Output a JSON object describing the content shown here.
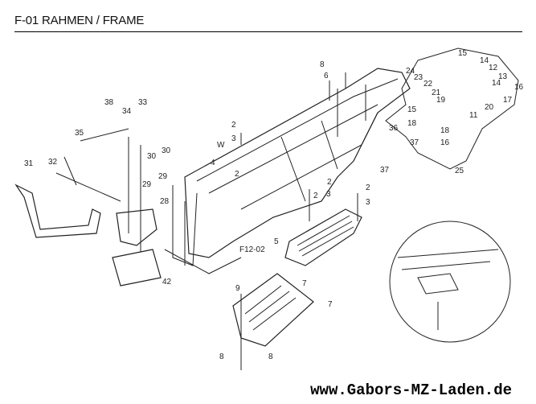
{
  "title": "F-01 RAHMEN / FRAME",
  "footer": "www.Gabors-MZ-Laden.de",
  "callouts": [
    "15",
    "14",
    "12",
    "24",
    "23",
    "13",
    "22",
    "14",
    "16",
    "21",
    "19",
    "17",
    "20",
    "15",
    "11",
    "18",
    "18",
    "16",
    "25",
    "36",
    "37",
    "37",
    "8",
    "6",
    "38",
    "34",
    "33",
    "35",
    "30",
    "30",
    "29",
    "29",
    "31",
    "32",
    "28",
    "42",
    "2",
    "3",
    "W",
    "4",
    "2",
    "2",
    "2",
    "3",
    "2",
    "3",
    "5",
    "F12-02",
    "7",
    "7",
    "9",
    "8",
    "8"
  ]
}
